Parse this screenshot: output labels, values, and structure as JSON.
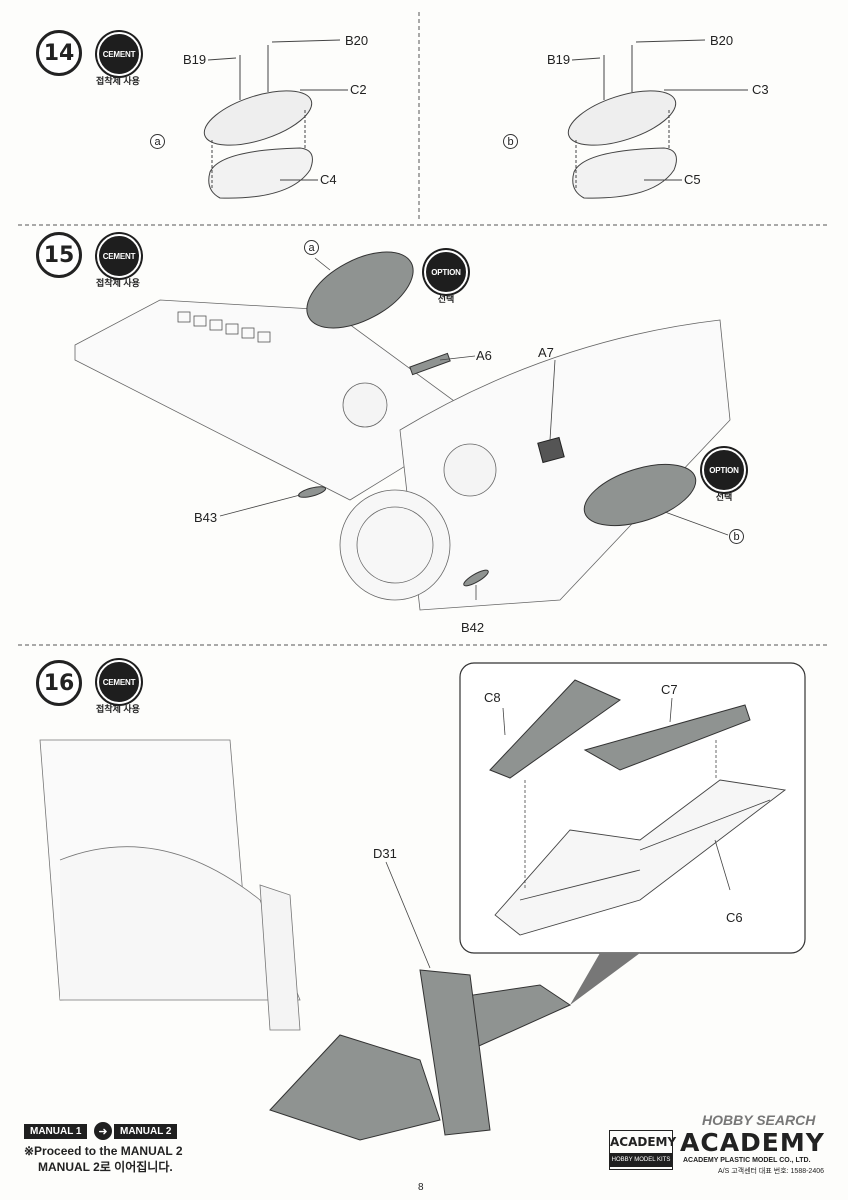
{
  "steps": [
    {
      "number": "14",
      "cement": "CEMENT",
      "cement_sub": "접착제 사용"
    },
    {
      "number": "15",
      "cement": "CEMENT",
      "cement_sub": "접착제 사용"
    },
    {
      "number": "16",
      "cement": "CEMENT",
      "cement_sub": "접착제 사용"
    }
  ],
  "option": {
    "label": "OPTION",
    "sub": "선택"
  },
  "step14": {
    "left": {
      "variant": "a",
      "parts": [
        "B19",
        "B20",
        "C2",
        "C4"
      ]
    },
    "right": {
      "variant": "b",
      "parts": [
        "B19",
        "B20",
        "C3",
        "C5"
      ]
    }
  },
  "step15": {
    "variant_a": "a",
    "variant_b": "b",
    "parts": [
      "A6",
      "A7",
      "B43",
      "B42"
    ]
  },
  "step16": {
    "parts": [
      "C8",
      "C7",
      "C6",
      "D31"
    ]
  },
  "footer": {
    "manual_from": "MANUAL 1",
    "manual_to": "MANUAL 2",
    "proceed_en": "※Proceed to the MANUAL 2",
    "proceed_ko": "MANUAL 2로 이어집니다.",
    "logo_small": "ACADEMY",
    "logo_small_sub": "HOBBY MODEL KITS",
    "logo_big": "ACADEMY",
    "company": "ACADEMY PLASTIC MODEL CO., LTD.",
    "service": "A/S 고객센터 대표 번호: 1588-2406",
    "watermark": "HOBBY SEARCH",
    "page": "8"
  },
  "colors": {
    "part_fill": "#8f9391",
    "line": "#444444",
    "badge": "#1e1e1e"
  }
}
